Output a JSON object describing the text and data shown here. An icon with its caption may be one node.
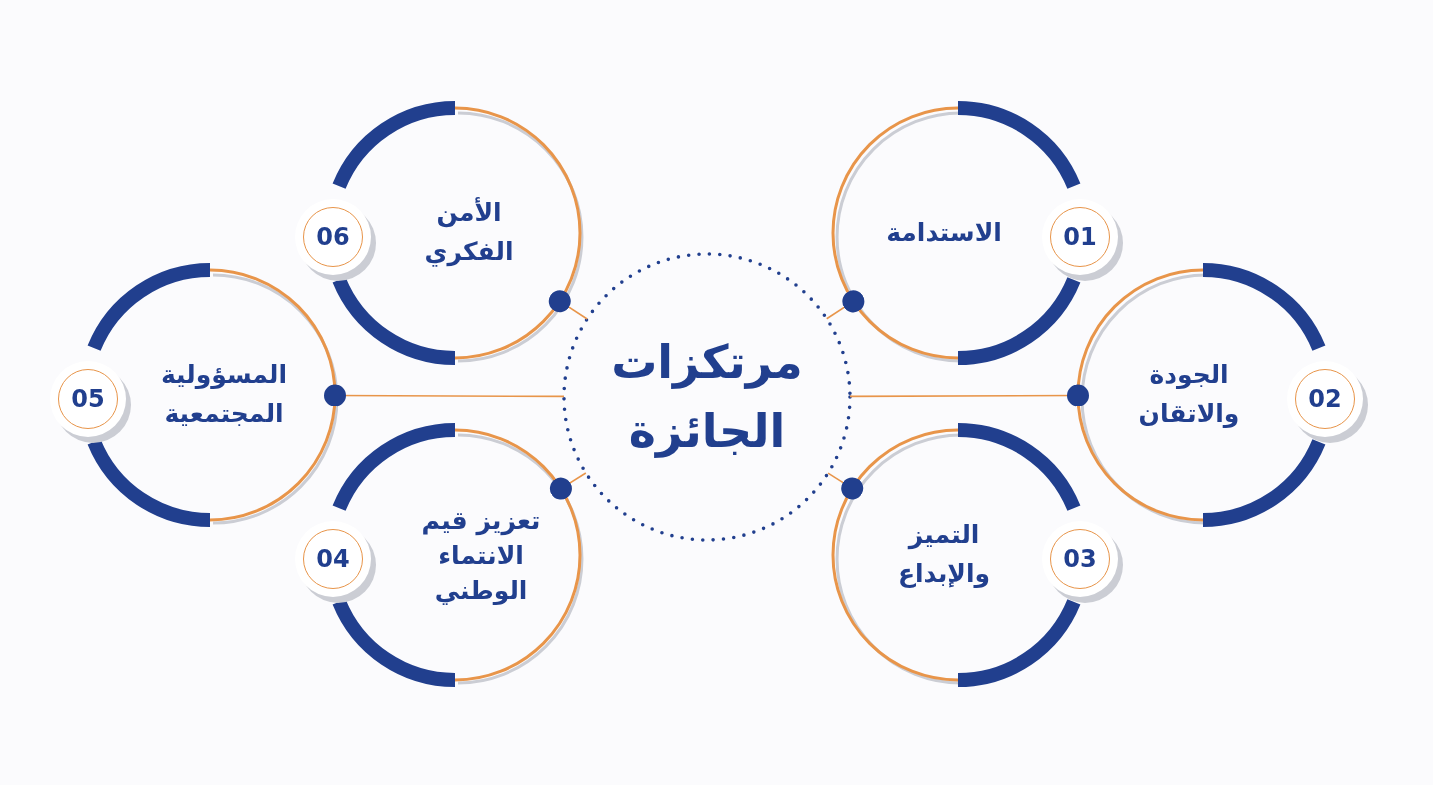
{
  "diagram": {
    "nodes": [
      {
        "text": [
          "مرتكزات الجائزة"
        ]
      },
      {
        "text": [
          "الاستدامة"
        ]
      },
      {
        "text": [
          "الجودة والاتقان"
        ]
      },
      {
        "text": [
          "التميز والإبداع"
        ]
      },
      {
        "text": [
          "تعزيز قيم الانتماء الوطني"
        ]
      },
      {
        "text": [
          "المسؤولية المجتمعية"
        ]
      },
      {
        "text": [
          "الأمن الفكري"
        ]
      },
      {
        "text": [
          "01"
        ]
      },
      {
        "text": [
          "02"
        ]
      },
      {
        "text": [
          "03"
        ]
      },
      {
        "text": [
          "04"
        ]
      },
      {
        "text": [
          "05"
        ]
      },
      {
        "text": [
          "06"
        ]
      }
    ],
    "edges": [
      {
        "from": 0,
        "to": 1,
        "arrow": "other"
      },
      {
        "from": 0,
        "to": 2,
        "arrow": "other"
      },
      {
        "from": 0,
        "to": 3,
        "arrow": "other"
      },
      {
        "from": 0,
        "to": 4,
        "arrow": "other"
      },
      {
        "from": 0,
        "to": 5,
        "arrow": "other"
      },
      {
        "from": 0,
        "to": 6,
        "arrow": "other"
      }
    ]
  }
}
